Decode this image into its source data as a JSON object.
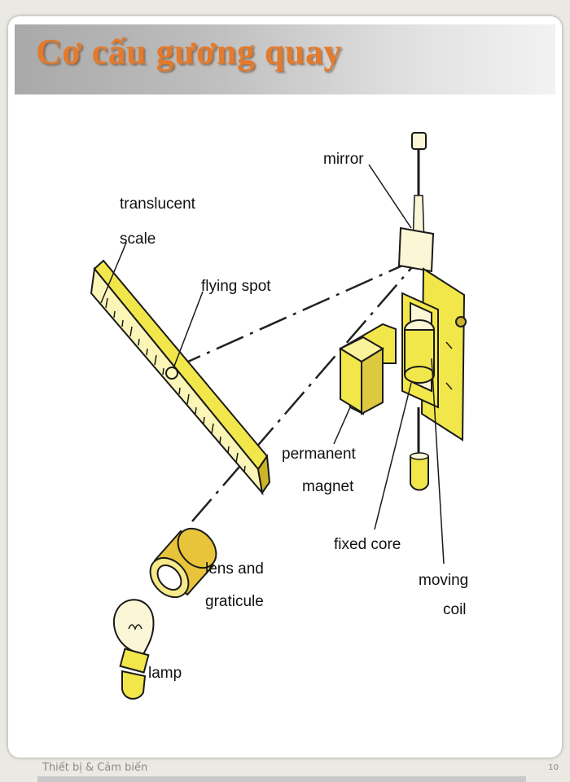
{
  "slide": {
    "title": "Cơ cấu gương quay",
    "footer": "Thiết bị & Cảm biến",
    "page_number": "10"
  },
  "diagram": {
    "labels": {
      "mirror": "mirror",
      "translucent_1": "translucent",
      "translucent_2": "scale",
      "flying_spot": "flying spot",
      "permanent_1": "permanent",
      "permanent_2": "magnet",
      "fixed_core": "fixed core",
      "moving_1": "moving",
      "moving_2": "coil",
      "lens_1": "lens and",
      "lens_2": "graticule",
      "lamp": "lamp"
    },
    "colors": {
      "component_fill": "#f2e74a",
      "component_dark": "#cdb52a",
      "outline": "#1a1a1a"
    }
  }
}
